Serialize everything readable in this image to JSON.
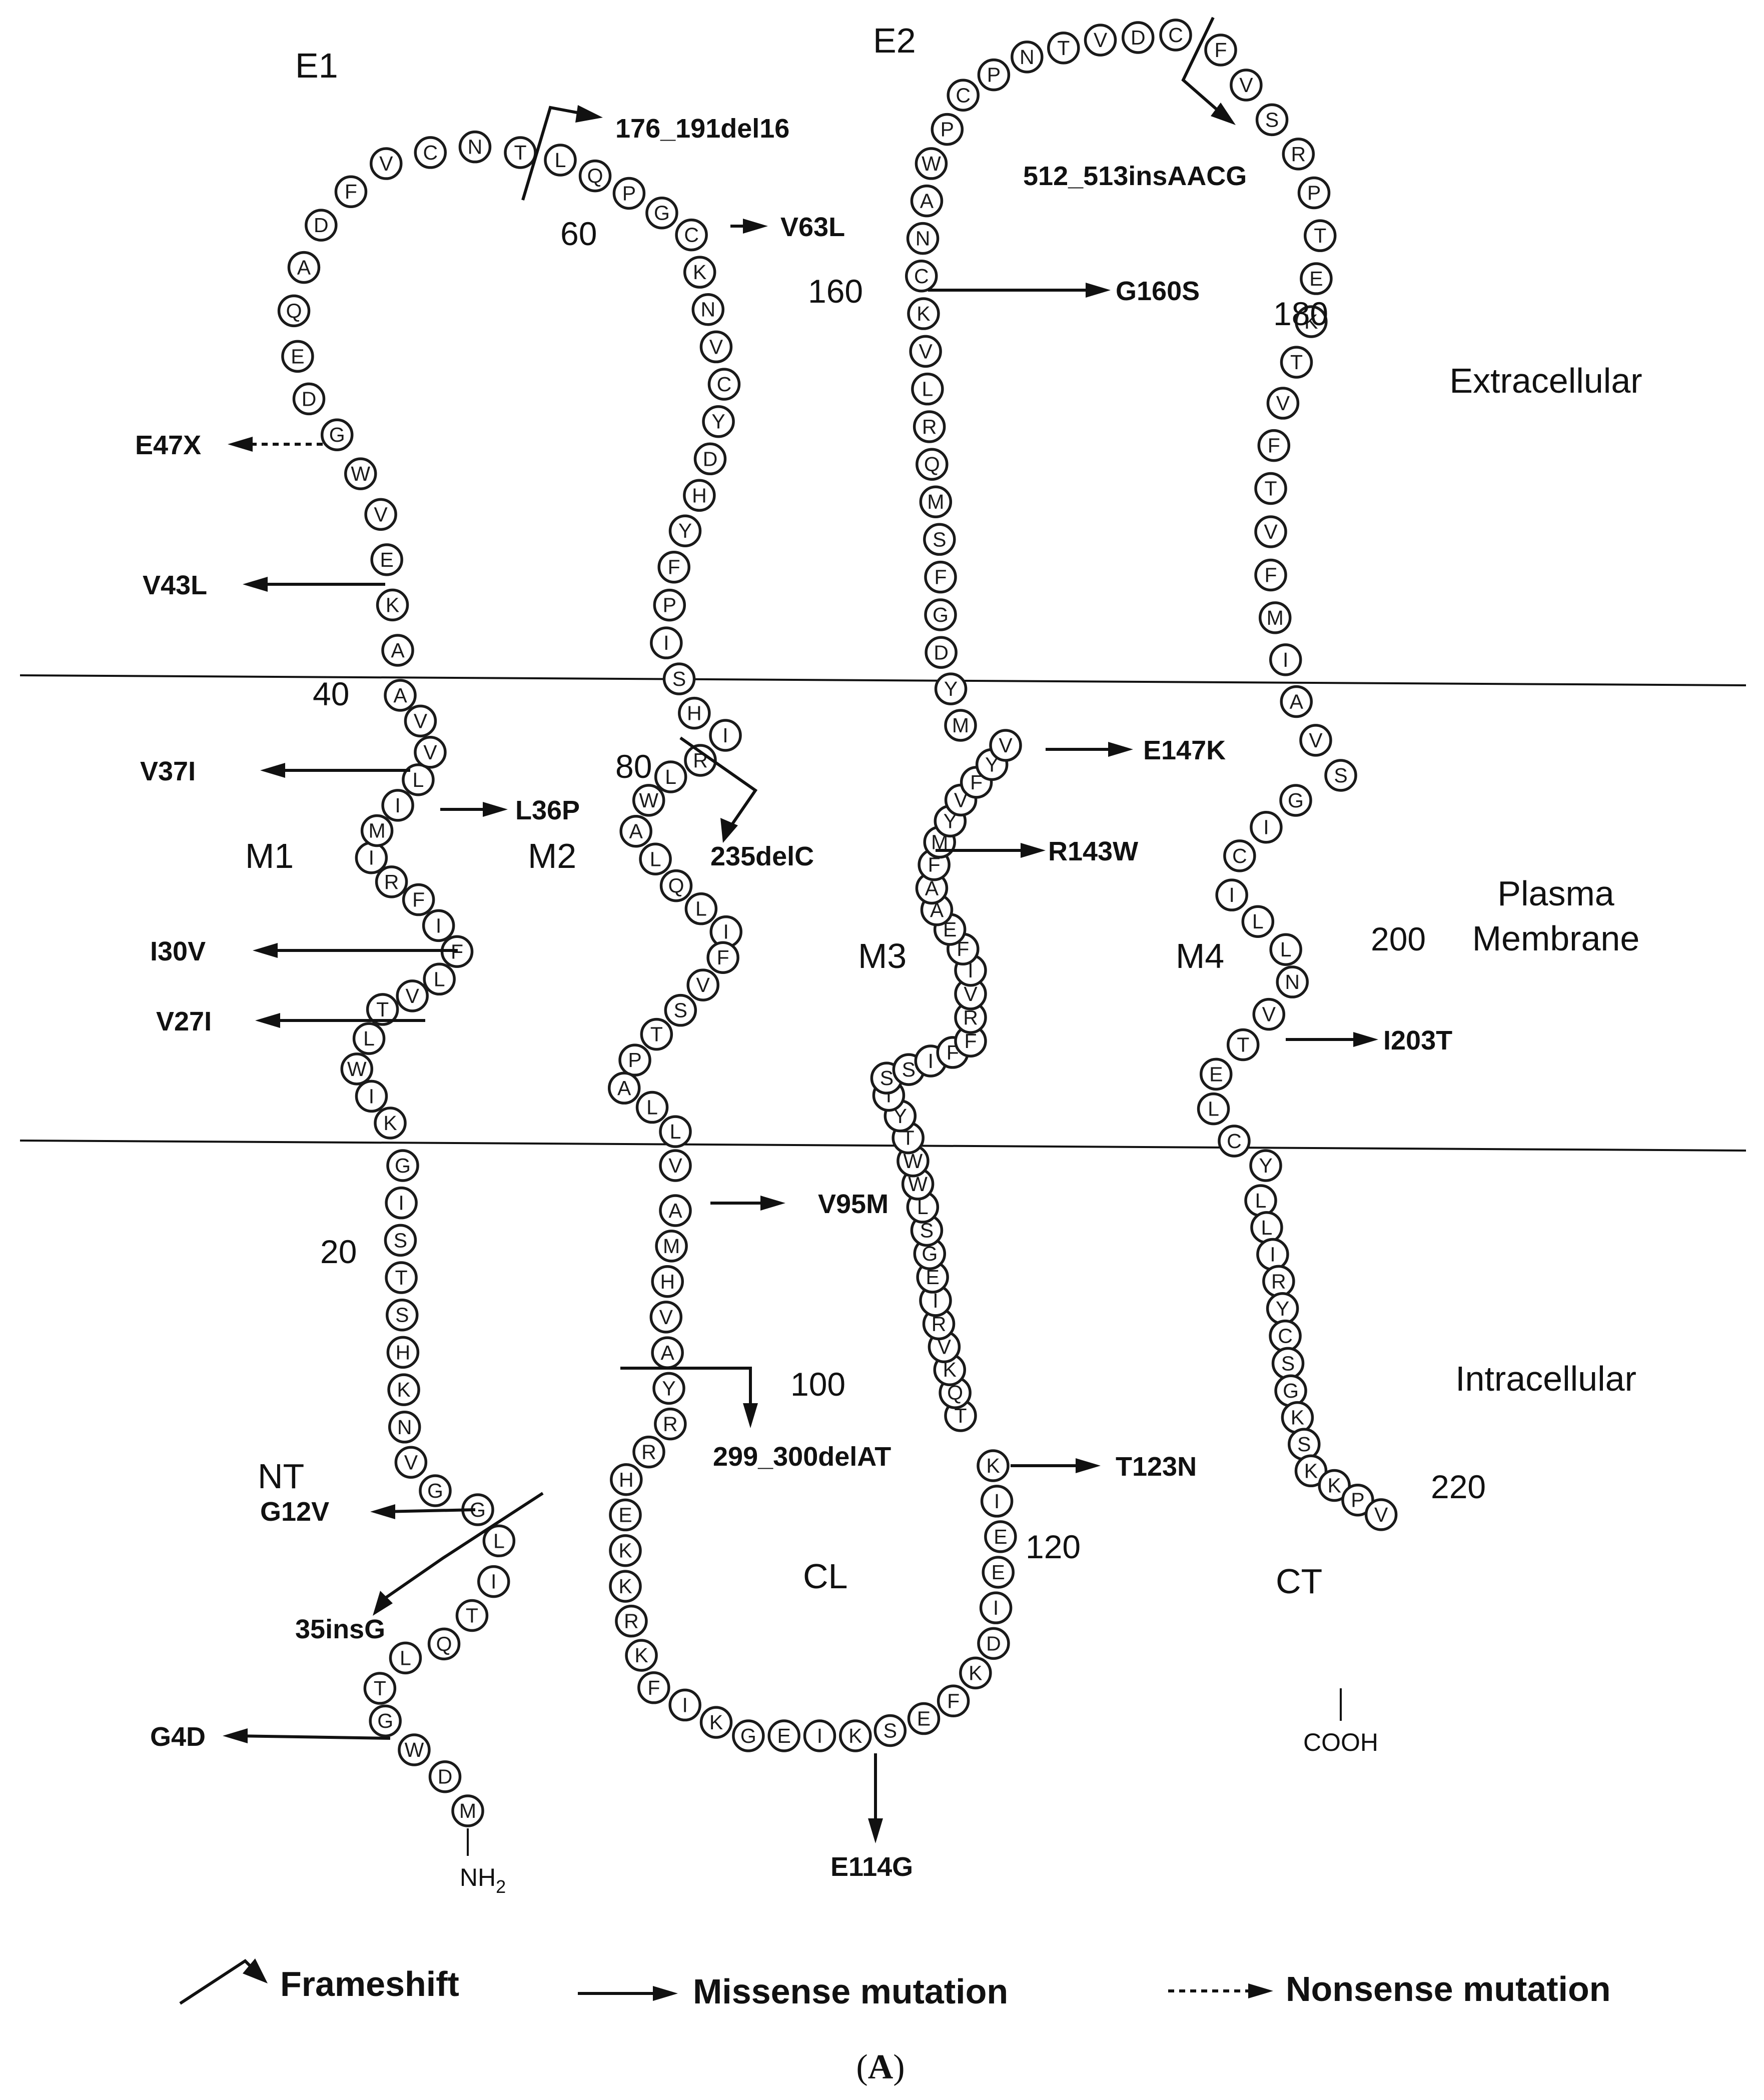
{
  "regions": {
    "extracellular": "Extracellular",
    "membrane_1": "Plasma",
    "membrane_2": "Membrane",
    "intracellular": "Intracellular"
  },
  "segments": {
    "e1": "E1",
    "e2": "E2",
    "m1": "M1",
    "m2": "M2",
    "m3": "M3",
    "m4": "M4",
    "nt": "NT",
    "cl": "CL",
    "ct": "CT"
  },
  "termini": {
    "n": "NH",
    "n_sub": "2",
    "c": "COOH"
  },
  "position_numbers": [
    "20",
    "40",
    "60",
    "80",
    "100",
    "120",
    "160",
    "180",
    "200",
    "220"
  ],
  "sequence": "MDWGTLQTILGGVNKHSTSIGKIWLTVLFIFRIMILVVAAKEVWGDEQADFVCNTLQPGCKNVCYDHYFPISHIRLWALQLIFVSTPALLVAMHVAYRRHEKKRKFIKGEIKSEFKDIEEIKTQKVRIEGSLWWTYTSSIFFRVIFEAAFMYVFYVMYDGFSMQRLVKCNAWPCPNTVDCFVSRPTEKTVFTVFMIAVSGICILLNVTELCYLLIRYCSGKSKKPV",
  "mutations": {
    "missense": [
      "G4D",
      "G12V",
      "V27I",
      "I30V",
      "L36P",
      "V37I",
      "V43L",
      "V63L",
      "V95M",
      "E114G",
      "T123N",
      "R143W",
      "E147K",
      "G160S",
      "I203T"
    ],
    "nonsense": [
      "E47X"
    ],
    "frameshift": [
      "35insG",
      "176_191del16",
      "235delC",
      "299_300delAT",
      "512_513insAACG"
    ]
  },
  "legend": {
    "frameshift": "Frameshift",
    "missense": "Missense mutation",
    "nonsense": "Nonsense mutation"
  },
  "caption": {
    "open": "(",
    "letter": "A",
    "close": ")"
  }
}
